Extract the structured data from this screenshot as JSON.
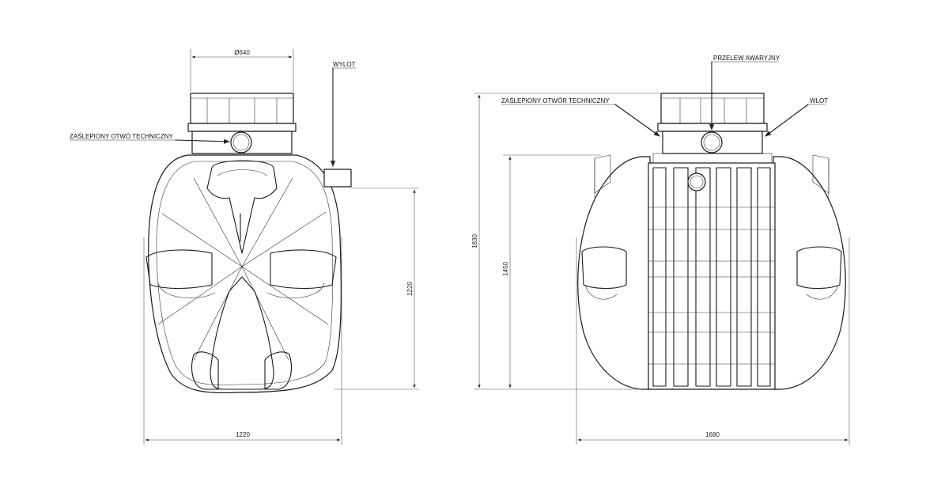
{
  "labels": {
    "wylot": "WYLOT",
    "zaslepiony_front": "ZAŚLEPIONY OTWÓ TECHNICZNY",
    "przelew": "PRZELEW AWARYJNY",
    "zaslepiony_side": "ZAŚLEPIONY OTWÓR TECHNICZNY",
    "wlot": "WLOT"
  },
  "dimensions": {
    "top_diameter": "Ø640",
    "front_height": "1220",
    "front_width": "1220",
    "total_height": "1830",
    "body_height": "1450",
    "side_length": "1680"
  },
  "colors": {
    "line": "#1a1a1a",
    "dimension": "#555555",
    "background": "#ffffff"
  }
}
